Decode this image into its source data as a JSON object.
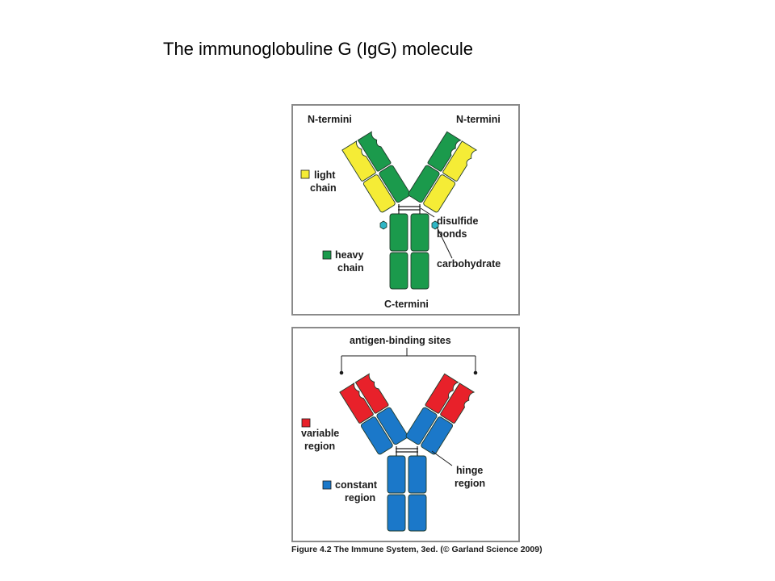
{
  "title": "The immunoglobuline  G (IgG) molecule",
  "colors": {
    "light_chain": "#f5ec36",
    "heavy_chain": "#1b9a4c",
    "variable_region": "#e8212a",
    "constant_region": "#1b78c9",
    "carbohydrate": "#2fb6c6",
    "panel_border": "#8a8a8a"
  },
  "top_panel": {
    "n_termini_left": "N-termini",
    "n_termini_right": "N-termini",
    "light_chain_1": "light",
    "light_chain_2": "chain",
    "disulfide_1": "disulfide",
    "disulfide_2": "bonds",
    "heavy_chain_1": "heavy",
    "heavy_chain_2": "chain",
    "carbohydrate": "carbohydrate",
    "c_termini": "C-termini"
  },
  "bottom_panel": {
    "antigen_binding_sites": "antigen-binding sites",
    "variable_1": "variable",
    "variable_2": "region",
    "hinge_1": "hinge",
    "hinge_2": "region",
    "constant_1": "constant",
    "constant_2": "region"
  },
  "caption": "Figure 4.2 The Immune System, 3ed. (© Garland Science 2009)"
}
